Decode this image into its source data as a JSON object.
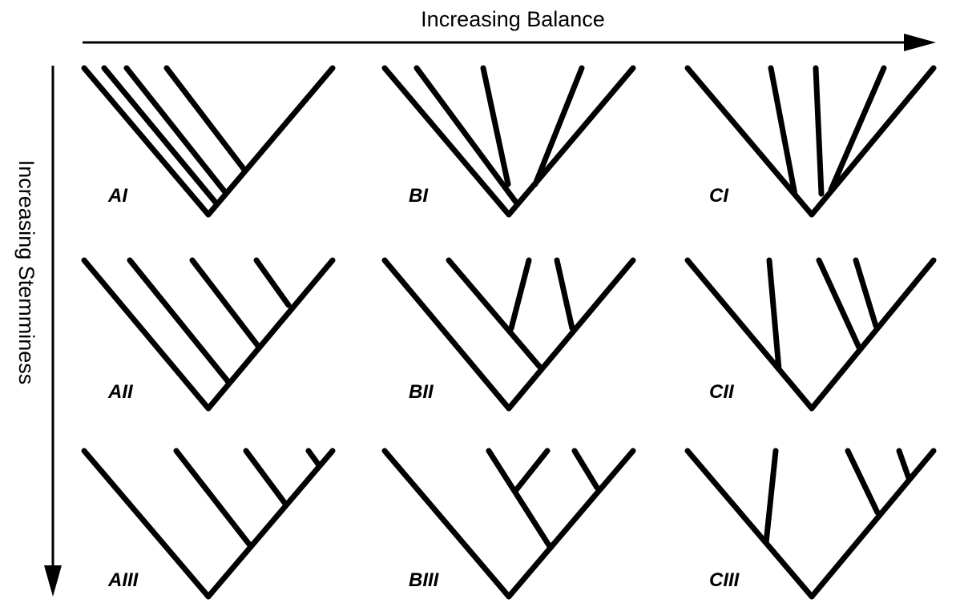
{
  "axes": {
    "horizontal_title": "Increasing Balance",
    "vertical_title": "Increasing Stemminess"
  },
  "panels": [
    {
      "label": "AI"
    },
    {
      "label": "BI"
    },
    {
      "label": "CI"
    },
    {
      "label": "AII"
    },
    {
      "label": "BII"
    },
    {
      "label": "CII"
    },
    {
      "label": "AIII"
    },
    {
      "label": "BIII"
    },
    {
      "label": "CIII"
    }
  ],
  "colors": {
    "ink": "#000000",
    "background": "#ffffff"
  }
}
